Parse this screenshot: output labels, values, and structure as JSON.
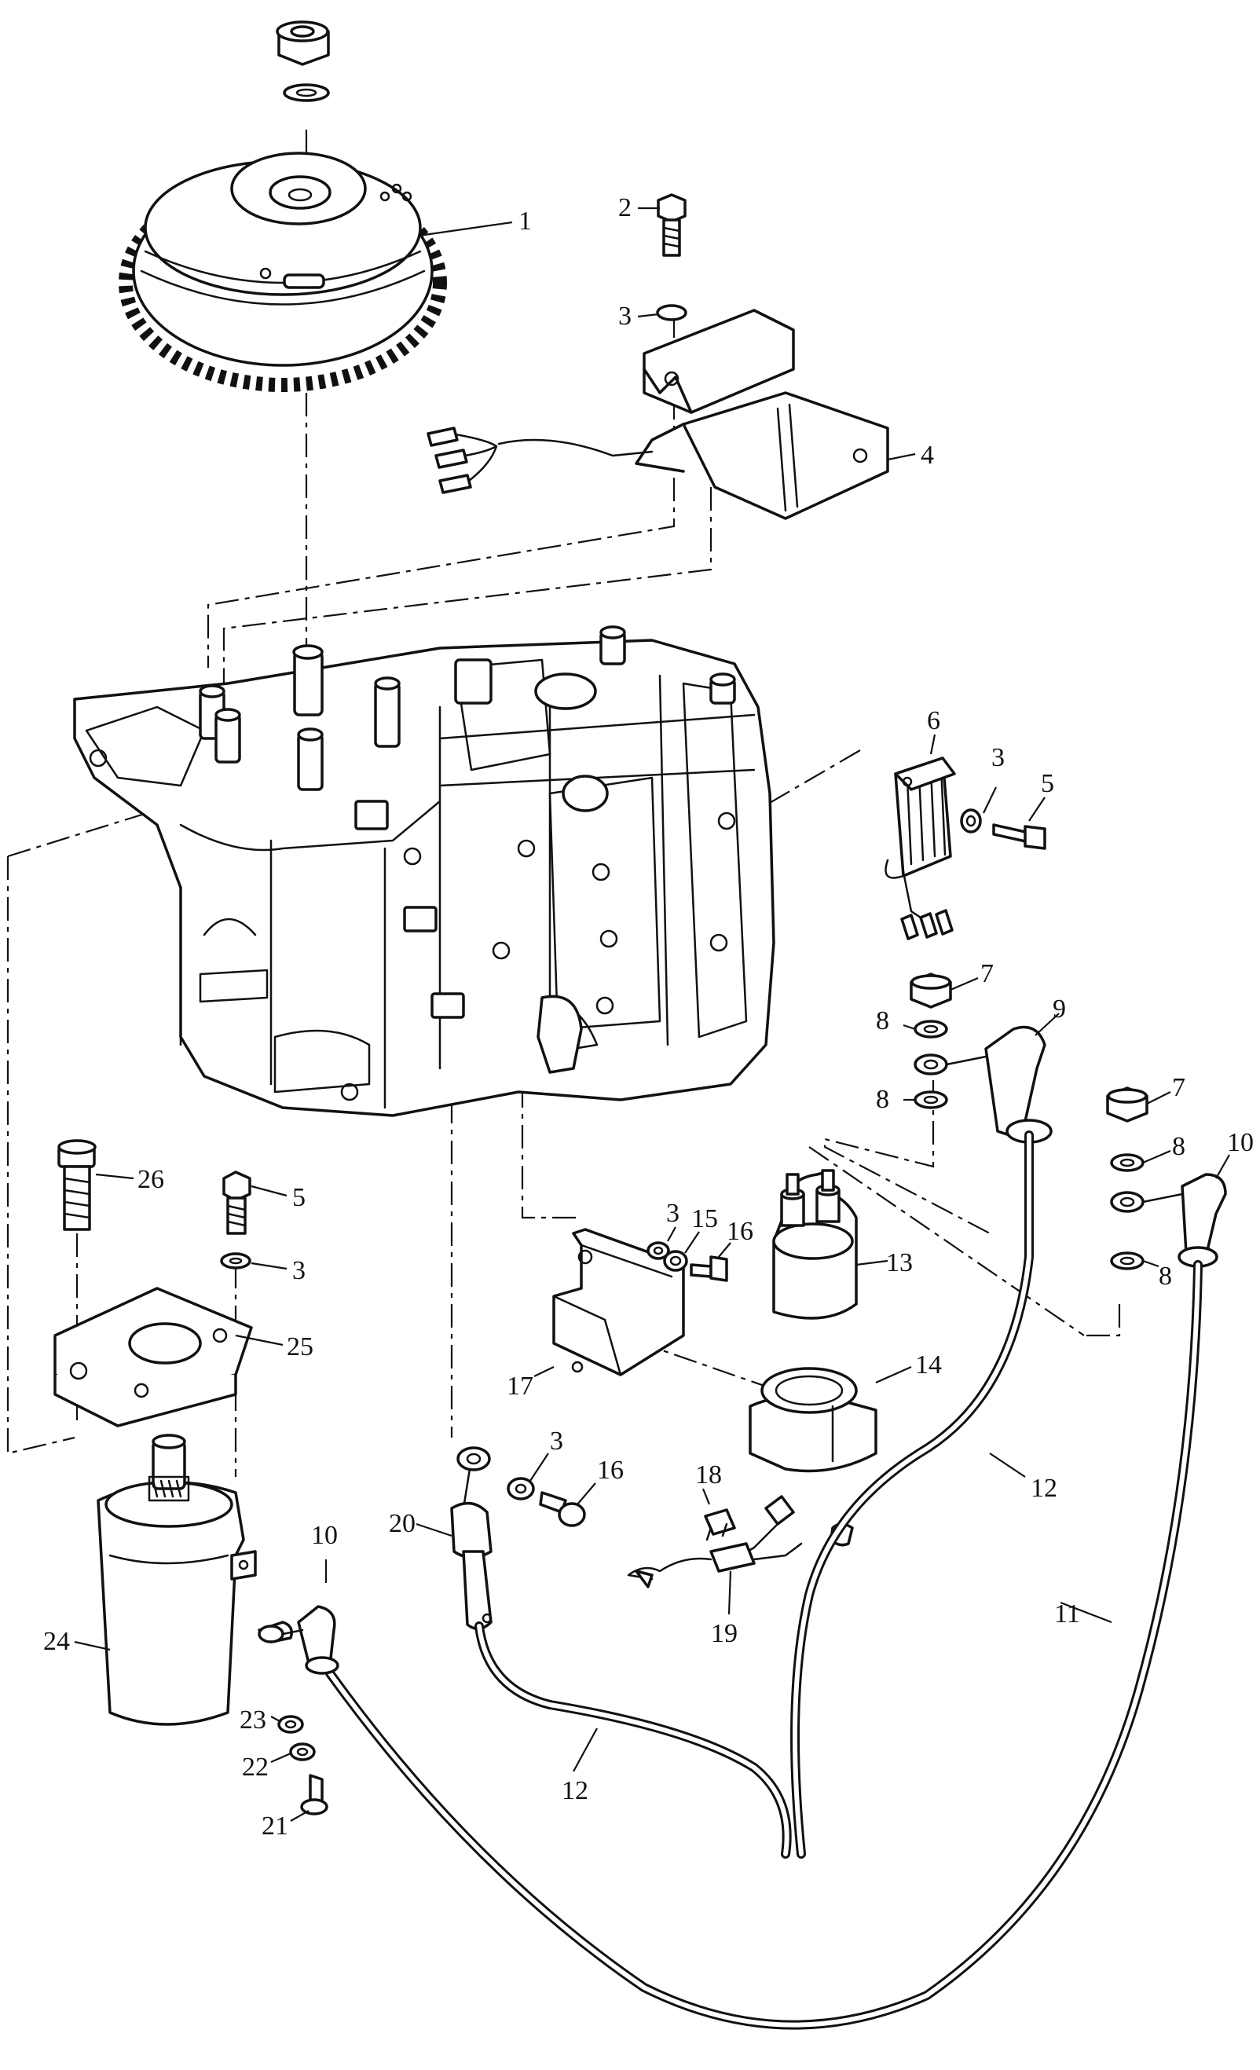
{
  "callouts": [
    {
      "id": "c1",
      "label": "1"
    },
    {
      "id": "c2",
      "label": "2"
    },
    {
      "id": "c3a",
      "label": "3"
    },
    {
      "id": "c4",
      "label": "4"
    },
    {
      "id": "c6",
      "label": "6"
    },
    {
      "id": "c3b",
      "label": "3"
    },
    {
      "id": "c5a",
      "label": "5"
    },
    {
      "id": "c7a",
      "label": "7"
    },
    {
      "id": "c8a",
      "label": "8"
    },
    {
      "id": "c9",
      "label": "9"
    },
    {
      "id": "c8b",
      "label": "8"
    },
    {
      "id": "c7b",
      "label": "7"
    },
    {
      "id": "c8c",
      "label": "8"
    },
    {
      "id": "c10a",
      "label": "10"
    },
    {
      "id": "c8d",
      "label": "8"
    },
    {
      "id": "c26",
      "label": "26"
    },
    {
      "id": "c5b",
      "label": "5"
    },
    {
      "id": "c3c",
      "label": "3"
    },
    {
      "id": "c25",
      "label": "25"
    },
    {
      "id": "c3d",
      "label": "3"
    },
    {
      "id": "c15",
      "label": "15"
    },
    {
      "id": "c16a",
      "label": "16"
    },
    {
      "id": "c13",
      "label": "13"
    },
    {
      "id": "c14",
      "label": "14"
    },
    {
      "id": "c17",
      "label": "17"
    },
    {
      "id": "c3e",
      "label": "3"
    },
    {
      "id": "c16b",
      "label": "16"
    },
    {
      "id": "c20",
      "label": "20"
    },
    {
      "id": "c18",
      "label": "18"
    },
    {
      "id": "c12a",
      "label": "12"
    },
    {
      "id": "c19",
      "label": "19"
    },
    {
      "id": "c11",
      "label": "11"
    },
    {
      "id": "c10b",
      "label": "10"
    },
    {
      "id": "c24",
      "label": "24"
    },
    {
      "id": "c23",
      "label": "23"
    },
    {
      "id": "c22",
      "label": "22"
    },
    {
      "id": "c21",
      "label": "21"
    },
    {
      "id": "c12b",
      "label": "12"
    }
  ]
}
